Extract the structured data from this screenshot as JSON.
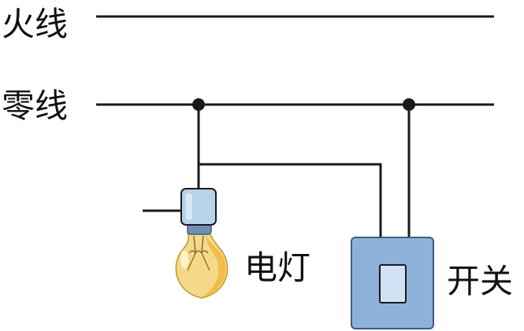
{
  "labels": {
    "live_wire": "火线",
    "neutral_wire": "零线",
    "lamp": "电灯",
    "switch": "开关"
  },
  "colors": {
    "wire": "#1a1a1a",
    "lamp_socket": "#b7d3ea",
    "lamp_glass": "#f4d98a",
    "lamp_glow": "#f2b63a",
    "switch_body": "#8fb1d9",
    "switch_toggle": "#cfe2f3"
  },
  "icons": {
    "lamp": "light-bulb-icon",
    "switch": "wall-switch-icon"
  }
}
